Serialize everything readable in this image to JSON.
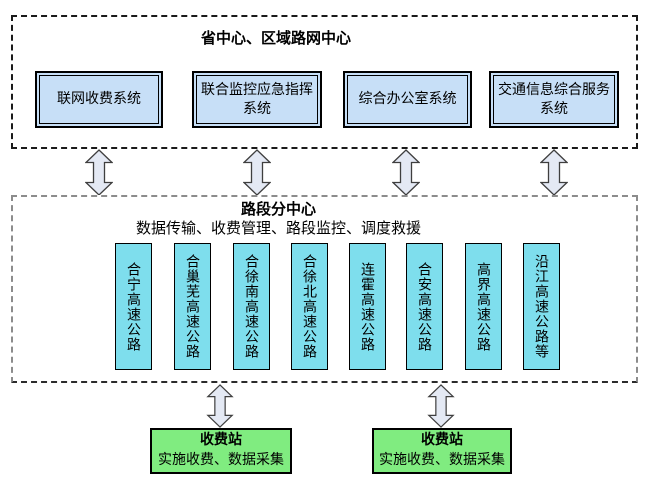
{
  "top_group": {
    "title": "省中心、区域路网中心",
    "systems": [
      {
        "label": "联网收费系统"
      },
      {
        "label": "联合监控应急指挥系统"
      },
      {
        "label": "综合办公室系统"
      },
      {
        "label": "交通信息综合服务系统"
      }
    ]
  },
  "mid_group": {
    "title": "路段分中心",
    "subtitle": "数据传输、收费管理、路段监控、调度救援",
    "roads": [
      {
        "label": "合宁高速公路"
      },
      {
        "label": "合巢芜高速公路"
      },
      {
        "label": "合徐南高速公路"
      },
      {
        "label": "合徐北高速公路"
      },
      {
        "label": "连霍高速公路"
      },
      {
        "label": "合安高速公路"
      },
      {
        "label": "高界高速公路"
      },
      {
        "label": "沿江高速公路等"
      }
    ]
  },
  "stations": [
    {
      "title": "收费站",
      "subtitle": "实施收费、数据采集"
    },
    {
      "title": "收费站",
      "subtitle": "实施收费、数据采集"
    }
  ],
  "colors": {
    "system_box_fill": "#c7dff7",
    "road_box_fill": "#7edeed",
    "station_box_fill": "#80ec80",
    "arrow_fill": "#e4e9f4",
    "top_border": "#1a1a1a",
    "mid_border": "#8c8c8c"
  }
}
